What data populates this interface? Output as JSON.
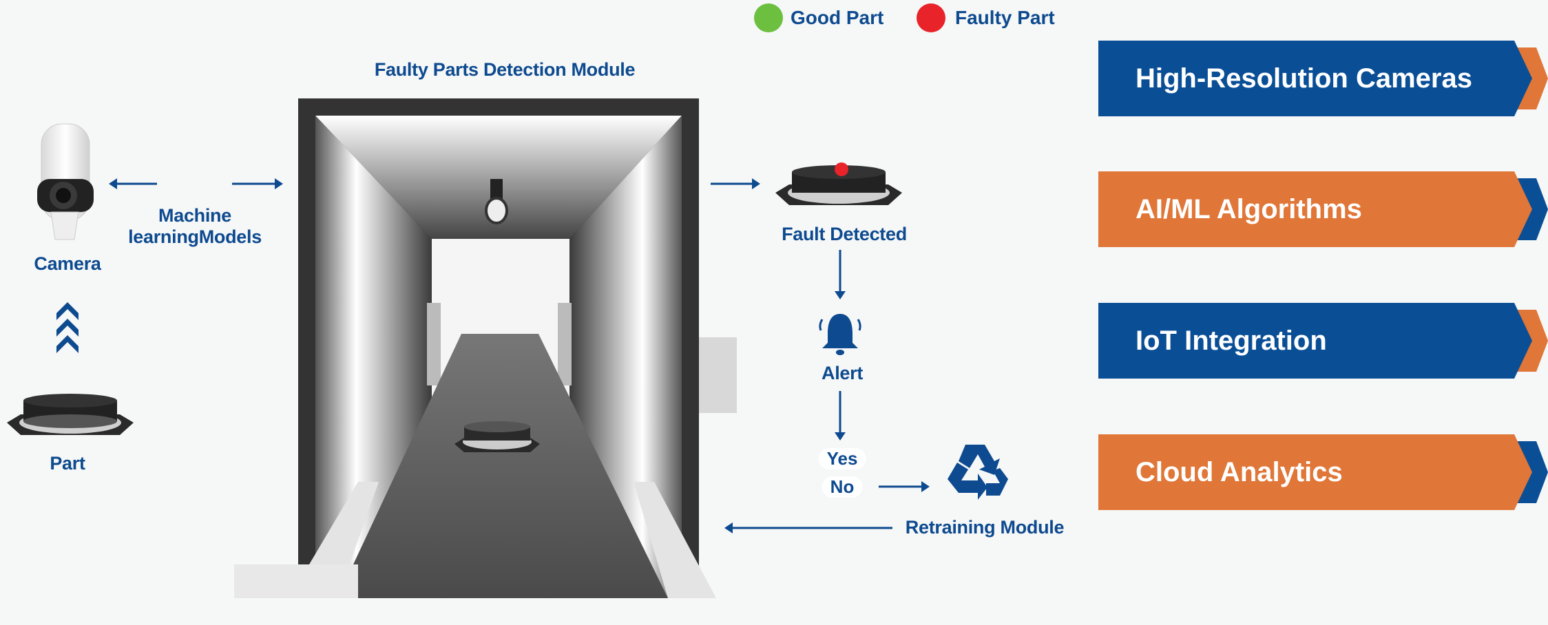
{
  "legend": {
    "good_label": "Good Part",
    "faulty_label": "Faulty Part",
    "good_color": "#6cbf3f",
    "faulty_color": "#e8232a"
  },
  "module_title": "Faulty Parts Detection Module",
  "left": {
    "camera_label": "Camera",
    "ml_label_line1": "Machine",
    "ml_label_line2": "learningModels",
    "part_label": "Part"
  },
  "flow": {
    "fault_label": "Fault Detected",
    "alert_label": "Alert",
    "yes_label": "Yes",
    "no_label": "No",
    "retraining_label": "Retraining Module"
  },
  "banners": [
    {
      "label": "High-Resolution Cameras",
      "color": "#0a4f96",
      "accent": "#e07637"
    },
    {
      "label": "AI/ML Algorithms",
      "color": "#e07637",
      "accent": "#0a4f96"
    },
    {
      "label": "IoT Integration",
      "color": "#0a4f96",
      "accent": "#e07637"
    },
    {
      "label": "Cloud Analytics",
      "color": "#e07637",
      "accent": "#0a4f96"
    }
  ],
  "colors": {
    "text": "#0d4a8f",
    "arrow": "#0d4a8f"
  }
}
